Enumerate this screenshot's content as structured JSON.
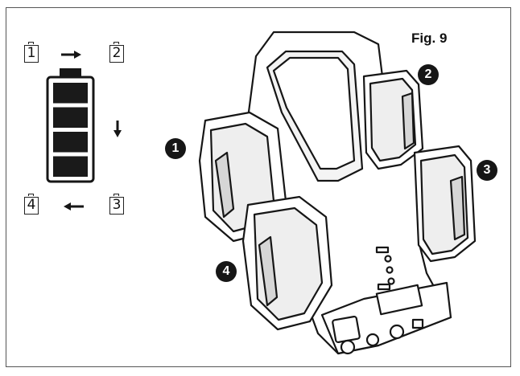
{
  "figure": {
    "title": "Fig. 9"
  },
  "sequence": {
    "boxes": [
      "1",
      "2",
      "3",
      "4"
    ],
    "battery_levels": 4
  },
  "markers": [
    "1",
    "2",
    "3",
    "4"
  ],
  "colors": {
    "ink": "#161616",
    "cell_fill": "#1a1a1a",
    "background": "#ffffff"
  }
}
